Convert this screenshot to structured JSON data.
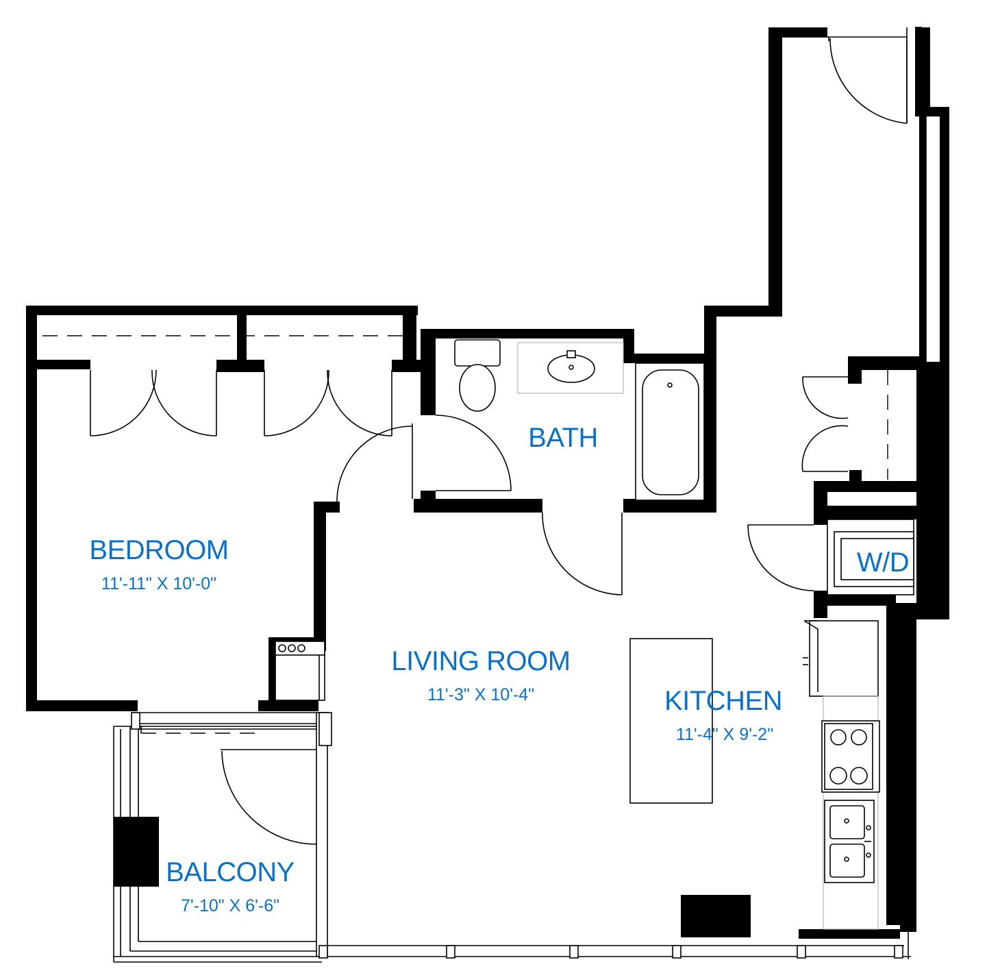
{
  "colors": {
    "label": "#0a72c6",
    "wall": "#000000",
    "line": "#000000",
    "background": "#ffffff"
  },
  "rooms": {
    "bedroom": {
      "name": "BEDROOM",
      "dims": "11'-11\" X 10'-0\""
    },
    "bath": {
      "name": "BATH"
    },
    "living": {
      "name": "LIVING ROOM",
      "dims": "11'-3\" X 10'-4\""
    },
    "kitchen": {
      "name": "KITCHEN",
      "dims": "11'-4\" X 9'-2\""
    },
    "laundry": {
      "name": "W/D"
    },
    "balcony": {
      "name": "BALCONY",
      "dims": "7'-10\" X 6'-6\""
    }
  }
}
